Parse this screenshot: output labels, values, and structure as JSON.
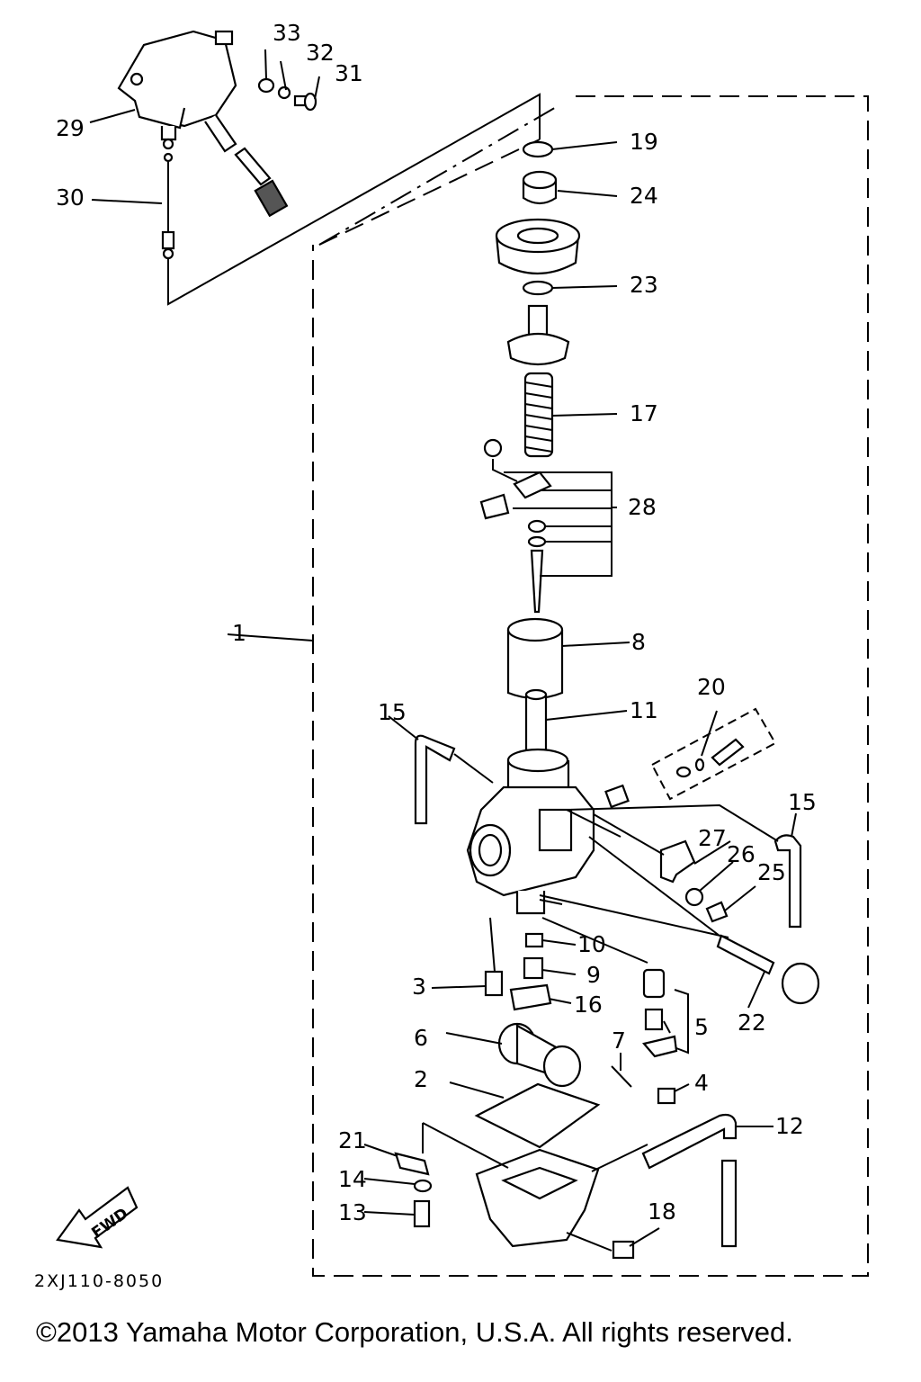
{
  "diagram": {
    "part_code": "2XJ110-8050",
    "fwd_label": "FWD",
    "copyright": "©2013 Yamaha Motor Corporation, U.S.A. All rights reserved.",
    "callouts": [
      "1",
      "2",
      "3",
      "4",
      "5",
      "6",
      "7",
      "8",
      "9",
      "10",
      "11",
      "12",
      "13",
      "14",
      "15",
      "15",
      "16",
      "17",
      "18",
      "19",
      "20",
      "21",
      "22",
      "23",
      "24",
      "25",
      "26",
      "27",
      "28",
      "29",
      "30",
      "31",
      "32",
      "33"
    ]
  }
}
